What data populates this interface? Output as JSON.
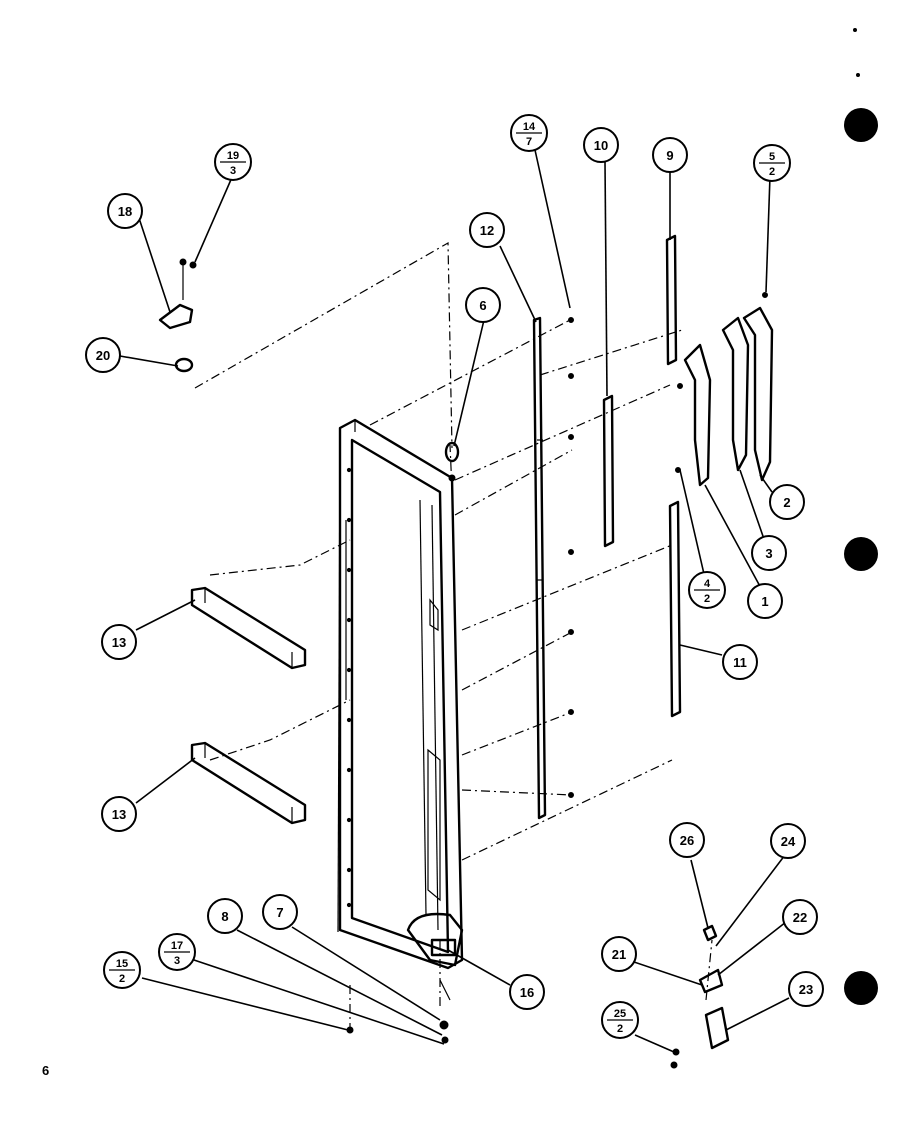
{
  "page_number": "6",
  "callouts": [
    {
      "id": "c1",
      "label": "1"
    },
    {
      "id": "c2",
      "label": "2"
    },
    {
      "id": "c3",
      "label": "3"
    },
    {
      "id": "c4",
      "num": "4",
      "den": "2"
    },
    {
      "id": "c5",
      "num": "5",
      "den": "2"
    },
    {
      "id": "c6",
      "label": "6"
    },
    {
      "id": "c7",
      "label": "7"
    },
    {
      "id": "c8",
      "label": "8"
    },
    {
      "id": "c9",
      "label": "9"
    },
    {
      "id": "c10",
      "label": "10"
    },
    {
      "id": "c11",
      "label": "11"
    },
    {
      "id": "c12",
      "label": "12"
    },
    {
      "id": "c13a",
      "label": "13"
    },
    {
      "id": "c13b",
      "label": "13"
    },
    {
      "id": "c14",
      "num": "14",
      "den": "7"
    },
    {
      "id": "c15",
      "num": "15",
      "den": "2"
    },
    {
      "id": "c16",
      "label": "16"
    },
    {
      "id": "c17",
      "num": "17",
      "den": "3"
    },
    {
      "id": "c18",
      "label": "18"
    },
    {
      "id": "c19",
      "num": "19",
      "den": "3"
    },
    {
      "id": "c20",
      "label": "20"
    },
    {
      "id": "c21",
      "label": "21"
    },
    {
      "id": "c22",
      "label": "22"
    },
    {
      "id": "c23",
      "label": "23"
    },
    {
      "id": "c24",
      "label": "24"
    },
    {
      "id": "c25",
      "num": "25",
      "den": "2"
    },
    {
      "id": "c26",
      "label": "26"
    }
  ]
}
